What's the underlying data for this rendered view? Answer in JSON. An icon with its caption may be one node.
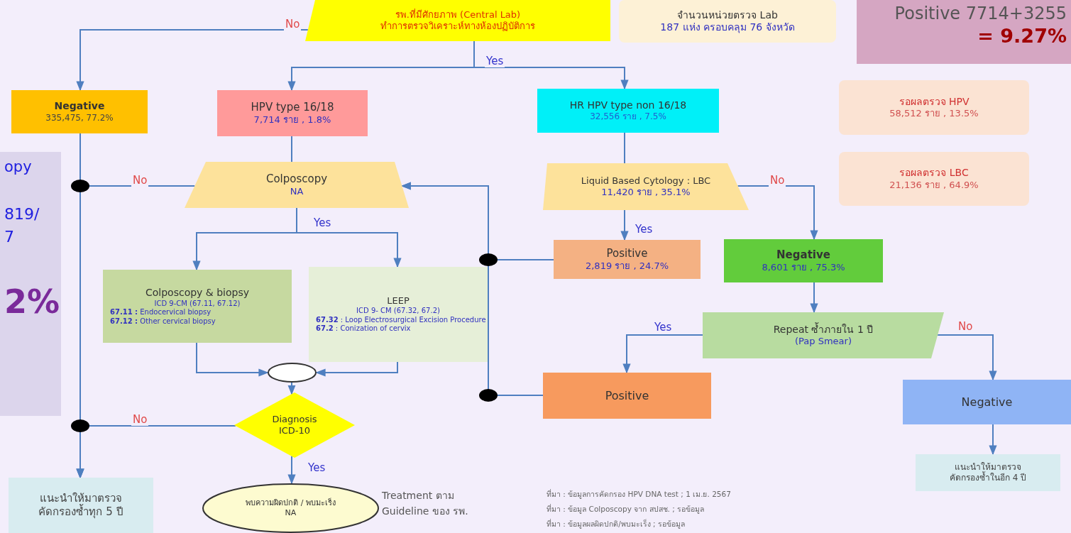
{
  "diagram": {
    "nodes": [
      {
        "text": [
          "รพ.ที่มีศักยภาพ (Central Lab)",
          "ทำการตรวจวิเคราะห์ทางห้องปฏิบัติการ"
        ]
      },
      {
        "text": [
          "จำนวนหน่วยตรวจ Lab",
          "187 แห่ง ครอบคลุม 76 จังหวัด"
        ]
      },
      {
        "text": [
          "Positive 7714+3255",
          "= 9.27%"
        ]
      },
      {
        "text": [
          "Negative",
          "335,475,  77.2%"
        ]
      },
      {
        "text": [
          "HPV type 16/18",
          "7,714 ราย , 1.8%"
        ]
      },
      {
        "text": [
          "HR HPV type non 16/18",
          "32,556 ราย , 7.5%"
        ]
      },
      {
        "text": [
          "รอผลตรวจ HPV",
          "58,512 ราย , 13.5%"
        ]
      },
      {
        "text": [
          "รอผลตรวจ LBC",
          "21,136 ราย , 64.9%"
        ]
      },
      {
        "text": [
          "opy",
          "819/",
          "7",
          "2%"
        ]
      },
      {
        "text": [
          "Colposcopy",
          "NA"
        ]
      },
      {
        "text": [
          "Liquid Based Cytology : LBC",
          "11,420 ราย , 35.1%"
        ]
      },
      {
        "text": [
          "Positive",
          "2,819 ราย , 24.7%"
        ]
      },
      {
        "text": [
          "Negative",
          "8,601 ราย , 75.3%"
        ]
      },
      {
        "text": [
          "Colposcopy & biopsy",
          "ICD 9-CM  (67.11, 67.12)",
          "**67.11 :**  Endocervical biopsy",
          "**67.12 :** Other cervical biopsy"
        ]
      },
      {
        "text": [
          "LEEP",
          "ICD  9- CM  (67.32,  67.2)",
          "**67.32** : Loop Electrosurgical Excision Procedure",
          "**67.2** : Conization of cervix"
        ]
      },
      {
        "text": [
          "Repeat ซ้ำภายใน 1 ปี",
          "(Pap Smear)"
        ]
      },
      {
        "text": [],
        "shape": "circle"
      },
      {
        "text": [
          "Positive"
        ]
      },
      {
        "text": [
          "Negative"
        ]
      },
      {
        "text": [
          "Diagnosis ICD-10"
        ]
      },
      {
        "text": [
          "แนะนำให้มาตรวจ คัดกรองซ้ำทุก 5 ปี"
        ]
      },
      {
        "text": [
          "พบความผิดปกติ / พบมะเร็ง",
          "NA"
        ],
        "beside": [
          "Treatment ตาม Guideline ของ รพ."
        ]
      },
      {
        "text": [
          "แนะนำให้มาตรวจ คัดกรองซ้ำในอีก 4 ปี"
        ]
      }
    ],
    "edges": [
      {
        "from": 0,
        "to": 3,
        "arrow": "to",
        "label": "No"
      },
      {
        "from": 0,
        "to": 4,
        "arrow": "to",
        "label": "Yes"
      },
      {
        "from": 0,
        "to": 5,
        "arrow": "to"
      },
      {
        "from": 4,
        "to": 9,
        "arrow": "none"
      },
      {
        "from": 5,
        "to": 10,
        "arrow": "none"
      },
      {
        "from": 9,
        "to": 20,
        "arrow": "to",
        "label": "No"
      },
      {
        "from": 19,
        "to": 20,
        "arrow": "to",
        "label": "No"
      },
      {
        "from": 3,
        "to": 20,
        "arrow": "to"
      },
      {
        "from": 9,
        "to": 13,
        "arrow": "to",
        "label": "Yes"
      },
      {
        "from": 9,
        "to": 14,
        "arrow": "to"
      },
      {
        "from": 10,
        "to": 11,
        "arrow": "to",
        "label": "Yes"
      },
      {
        "from": 10,
        "to": 12,
        "arrow": "to",
        "label": "No"
      },
      {
        "from": 13,
        "to": 16,
        "arrow": "to"
      },
      {
        "from": 14,
        "to": 16,
        "arrow": "to"
      },
      {
        "from": 16,
        "to": 19,
        "arrow": "to"
      },
      {
        "from": 19,
        "to": 21,
        "arrow": "to",
        "label": "Yes"
      },
      {
        "from": 11,
        "to": 9,
        "arrow": "to"
      },
      {
        "from": 17,
        "to": 9,
        "arrow": "to"
      },
      {
        "from": 12,
        "to": 15,
        "arrow": "to"
      },
      {
        "from": 15,
        "to": 17,
        "arrow": "to",
        "label": "Yes"
      },
      {
        "from": 15,
        "to": 18,
        "arrow": "to",
        "label": "No"
      },
      {
        "from": 18,
        "to": 22,
        "arrow": "to"
      }
    ],
    "labels": [
      "ที่มา : ข้อมูลการคัดกรอง HPV DNA test ; 1 เม.ย. 2567",
      "ที่มา : ข้อมูล Colposcopy จาก สปสช. ; รอข้อมูล",
      "ที่มา : ข้อมูลผลผิดปกติ/พบมะเร็ง ; รอข้อมูล"
    ]
  }
}
